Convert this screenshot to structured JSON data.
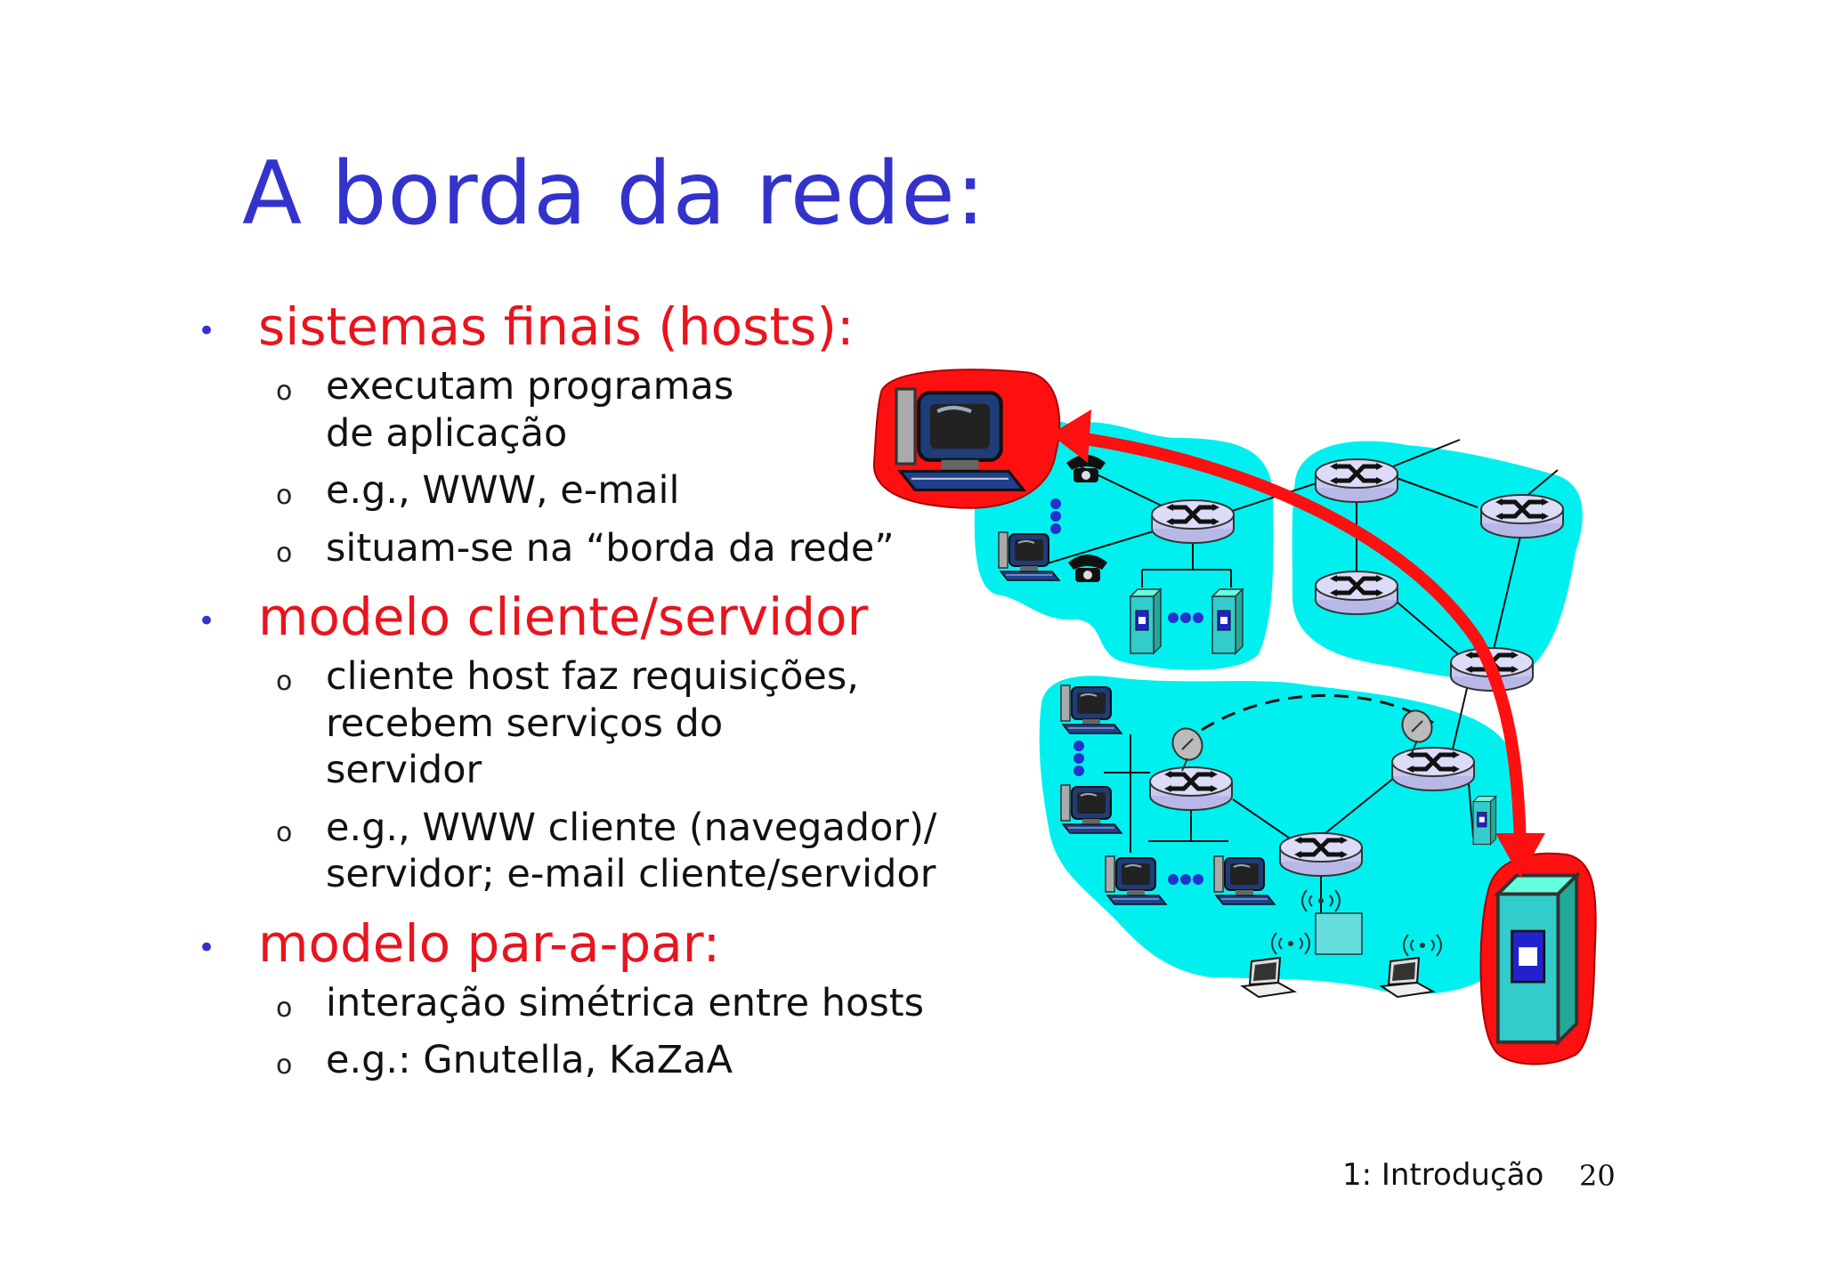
{
  "slide": {
    "title": "A borda da rede:",
    "bullets": [
      {
        "label": "sistemas finais (hosts):",
        "subs": [
          "executam programas de aplicação",
          "e.g., WWW, e-mail",
          "situam-se na “borda da rede”"
        ]
      },
      {
        "label": "modelo cliente/servidor",
        "subs": [
          "cliente host faz requisições, recebem serviços do servidor",
          "e.g., WWW cliente (navegador)/ servidor; e-mail cliente/servidor"
        ]
      },
      {
        "label": "modelo par-a-par:",
        "subs": [
          "interação simétrica entre hosts",
          "e.g.: Gnutella, KaZaA"
        ]
      }
    ],
    "bullet_marker": "•",
    "sub_marker": "o",
    "footer": "1: Introdução",
    "page_number": "20"
  },
  "diagram": {
    "colors": {
      "network_cloud": "#00f0f0",
      "highlight": "#ff1010",
      "router": "#c8c8f0",
      "server": "#33cccc",
      "title": "#3333cc"
    },
    "icons": [
      "router-icon",
      "desktop-computer-icon",
      "telephone-icon",
      "server-icon",
      "laptop-icon",
      "wireless-antenna-icon",
      "satellite-dish-icon"
    ]
  }
}
